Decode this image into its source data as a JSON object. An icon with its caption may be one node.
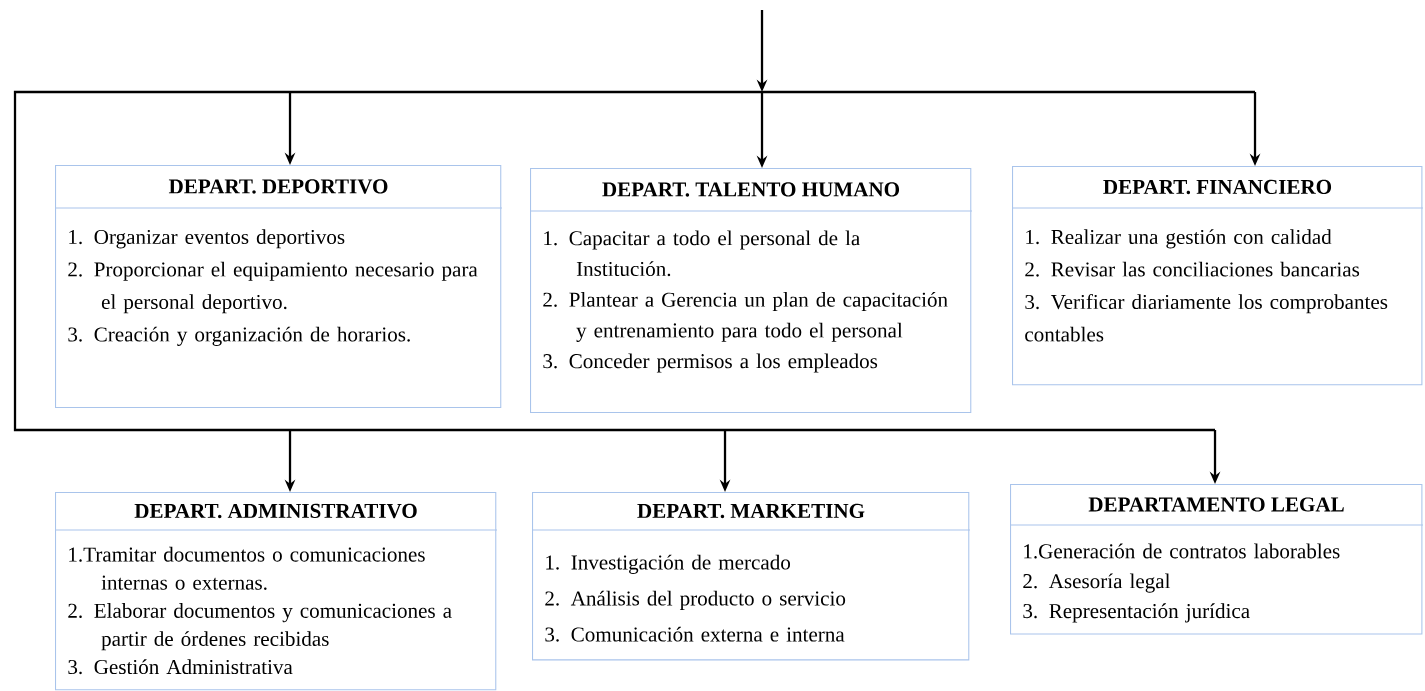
{
  "diagram": {
    "nodes": [
      {
        "text": [
          "DEPART. DEPORTIVO",
          "1. Organizar eventos deportivos",
          "2. Proporcionar el equipamiento necesario para el personal deportivo.",
          "3. Creación y organización de horarios."
        ]
      },
      {
        "text": [
          "DEPART. TALENTO HUMANO",
          "1. Capacitar a todo el personal de la Institución.",
          "2. Plantear a Gerencia un plan de capacitación y entrenamiento para todo el personal",
          "3. Conceder permisos a los empleados"
        ]
      },
      {
        "text": [
          "DEPART. FINANCIERO",
          "1. Realizar una gestión con calidad",
          "2. Revisar las conciliaciones bancarias",
          "3. Verificar diariamente los comprobantes contables"
        ]
      },
      {
        "text": [
          "DEPART. ADMINISTRATIVO",
          "1.Tramitar documentos o comunicaciones internas o externas.",
          "2. Elaborar documentos y comunicaciones a partir de órdenes recibidas",
          "3. Gestión Administrativa"
        ]
      },
      {
        "text": [
          "DEPART. MARKETING",
          "1. Investigación de mercado",
          "2. Análisis del producto o servicio",
          "3. Comunicación externa e interna"
        ]
      },
      {
        "text": [
          "DEPARTAMENTO LEGAL",
          "1.Generación de contratos laborables",
          "2. Asesoría legal",
          "3. Representación jurídica"
        ]
      }
    ],
    "edges": [
      {
        "from": null,
        "to": 0,
        "arrow": "to"
      },
      {
        "from": null,
        "to": 1,
        "arrow": "to"
      },
      {
        "from": null,
        "to": 2,
        "arrow": "to"
      },
      {
        "from": null,
        "to": 3,
        "arrow": "to"
      },
      {
        "from": null,
        "to": 4,
        "arrow": "to"
      },
      {
        "from": null,
        "to": 5,
        "arrow": "to"
      }
    ]
  }
}
